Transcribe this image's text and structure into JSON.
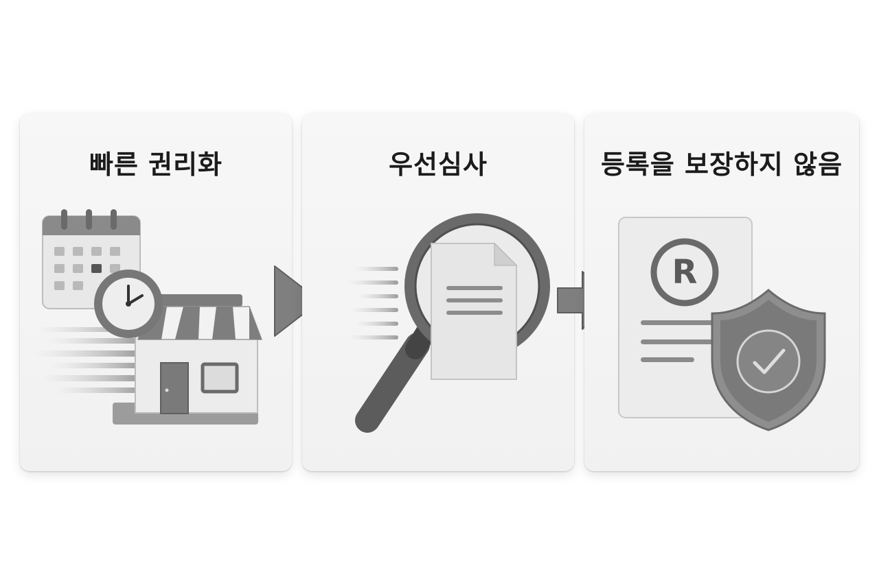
{
  "steps": [
    {
      "title": "빠른 권리화",
      "icon": "calendar-clock-store-icon"
    },
    {
      "title": "우선심사",
      "icon": "magnifier-document-icon"
    },
    {
      "title": "등록을 보장하지 않음",
      "icon": "registered-shield-icon"
    }
  ],
  "arrows": [
    "double-arrow-right-icon",
    "arrow-right-icon"
  ],
  "registered_mark": "R",
  "colors": {
    "panel": "#f4f4f4",
    "dark": "#6a6a6a",
    "mid": "#8a8a8a",
    "light": "#e3e3e3",
    "title": "#1b1b1b"
  }
}
